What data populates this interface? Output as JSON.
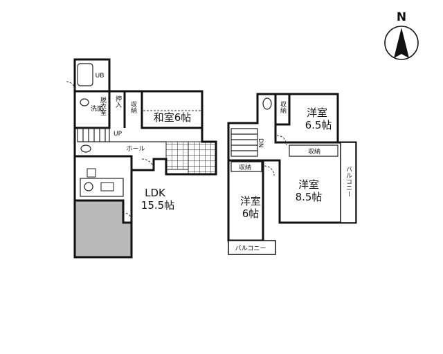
{
  "compass": {
    "label": "N"
  },
  "first_floor": {
    "rooms": {
      "washitsu": {
        "name": "和室6帖"
      },
      "ldk_title": {
        "name": "LDK"
      },
      "ldk_size": {
        "name": "15.5帖"
      },
      "hall": {
        "name": "ホール"
      },
      "ub": {
        "name": "UB"
      },
      "storage": {
        "name": "収納"
      },
      "oshiire": {
        "name": "押入"
      },
      "senmen": {
        "name": "洗面"
      },
      "up": {
        "name": "UP"
      },
      "wash_room": {
        "name": "脱衣室"
      }
    }
  },
  "second_floor": {
    "rooms": {
      "youshitsu_65_title": {
        "name": "洋室"
      },
      "youshitsu_65_size": {
        "name": "6.5帖"
      },
      "youshitsu_85_title": {
        "name": "洋室"
      },
      "youshitsu_85_size": {
        "name": "8.5帖"
      },
      "youshitsu_6_title": {
        "name": "洋室"
      },
      "youshitsu_6_size": {
        "name": "6帖"
      },
      "shuno_1": {
        "name": "収納"
      },
      "shuno_2": {
        "name": "収納"
      },
      "shuno_3": {
        "name": "収納"
      },
      "balcony_right": {
        "name": "バルコニー"
      },
      "balcony_bottom": {
        "name": "バルコニー"
      },
      "dn": {
        "name": "DN"
      }
    }
  }
}
